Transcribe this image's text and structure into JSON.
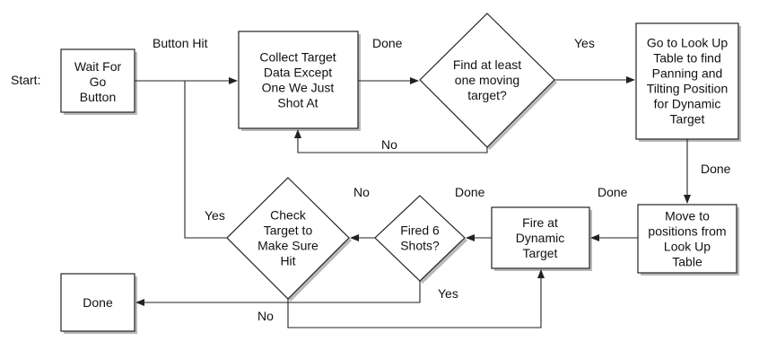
{
  "start_label": "Start:",
  "nodes": {
    "wait_for_go": [
      "Wait For",
      "Go",
      "Button"
    ],
    "collect_target": [
      "Collect Target",
      "Data Except",
      "One We Just",
      "Shot At"
    ],
    "find_moving": [
      "Find at least",
      "one moving",
      "target?"
    ],
    "lookup_table": [
      "Go to Look Up",
      "Table to find",
      "Panning and",
      "Tilting Position",
      "for Dynamic",
      "Target"
    ],
    "move_to": [
      "Move to",
      "positions from",
      "Look Up",
      "Table"
    ],
    "fire": [
      "Fire at",
      "Dynamic",
      "Target"
    ],
    "fired_six": [
      "Fired 6",
      "Shots?"
    ],
    "check_hit": [
      "Check",
      "Target to",
      "Make Sure",
      "Hit"
    ],
    "done_terminal": [
      "Done"
    ]
  },
  "edge_labels": {
    "button_hit": "Button Hit",
    "done_collect": "Done",
    "yes_find": "Yes",
    "no_find": "No",
    "done_lookup": "Done",
    "done_move": "Done",
    "done_fire": "Done",
    "no_fired": "No",
    "yes_fired": "Yes",
    "yes_check": "Yes",
    "no_check": "No"
  }
}
